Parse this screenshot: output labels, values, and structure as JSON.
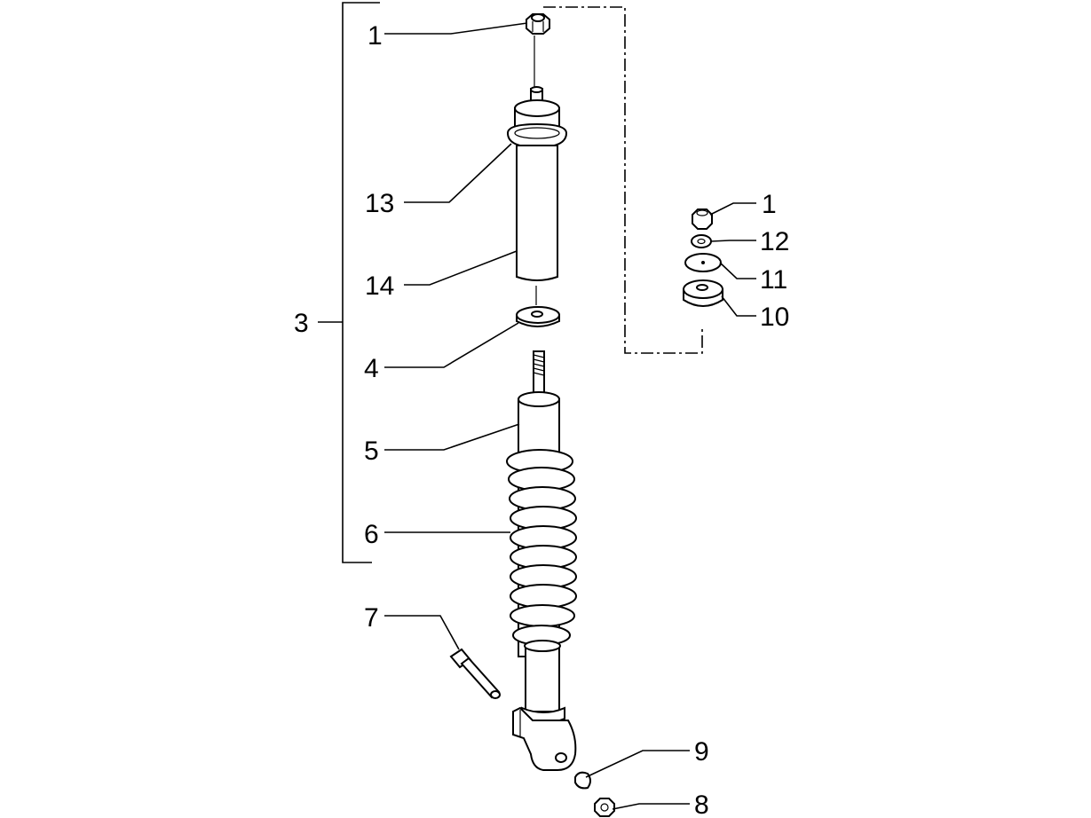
{
  "diagram": {
    "callouts": {
      "c1_top": "1",
      "c13": "13",
      "c14": "14",
      "c3": "3",
      "c4": "4",
      "c5": "5",
      "c6": "6",
      "c7": "7",
      "c9": "9",
      "c8": "8",
      "c1_right": "1",
      "c12": "12",
      "c11": "11",
      "c10": "10"
    }
  }
}
